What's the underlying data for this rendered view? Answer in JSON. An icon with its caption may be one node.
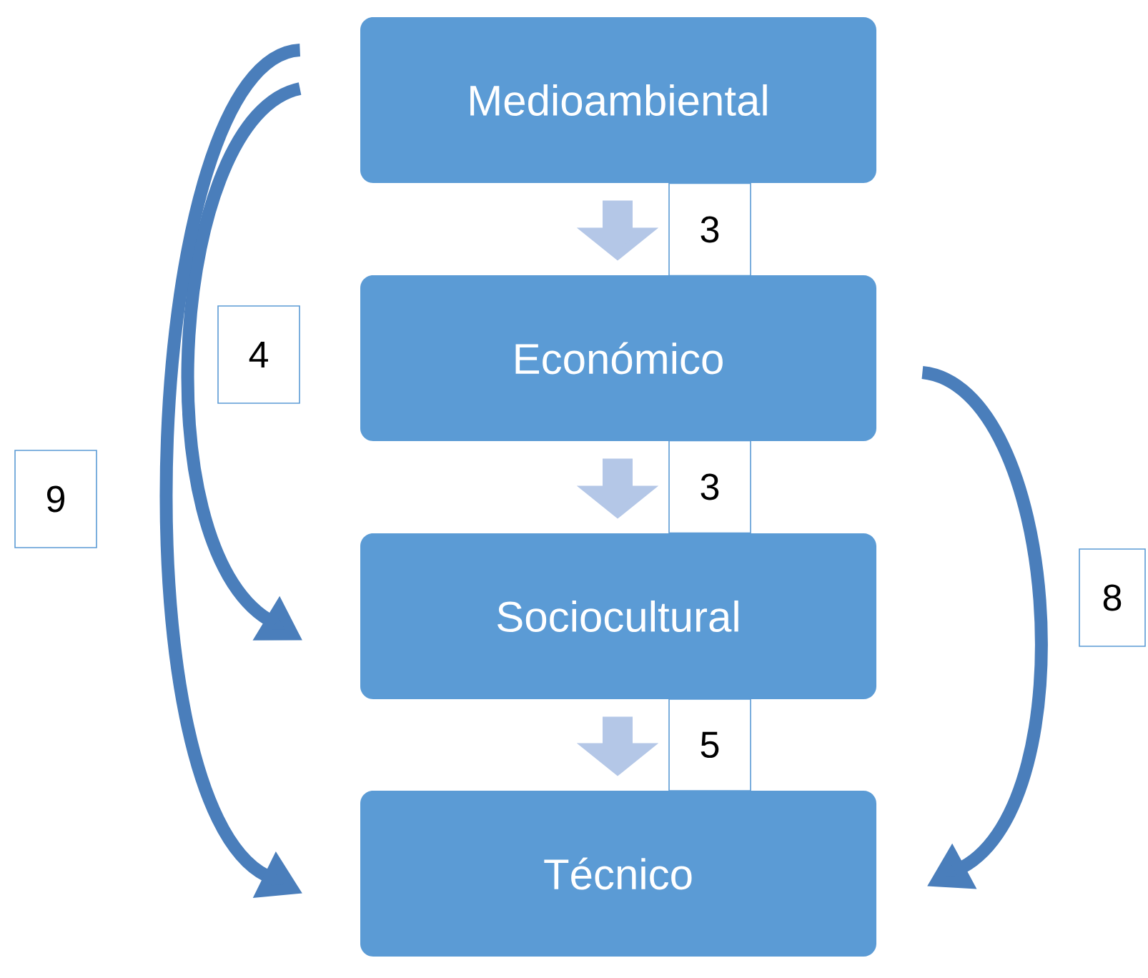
{
  "diagram": {
    "nodes": [
      {
        "text": [
          "Medioambiental"
        ]
      },
      {
        "text": [
          "Económico"
        ]
      },
      {
        "text": [
          "Sociocultural"
        ]
      },
      {
        "text": [
          "Técnico"
        ]
      }
    ],
    "edges": [
      {
        "from": 0,
        "to": 1,
        "arrow": "to",
        "label": "3",
        "style": "thick",
        "color": "#b4c7e7"
      },
      {
        "from": 1,
        "to": 2,
        "arrow": "to",
        "label": "3",
        "style": "thick",
        "color": "#b4c7e7"
      },
      {
        "from": 2,
        "to": 3,
        "arrow": "to",
        "label": "5",
        "style": "thick",
        "color": "#b4c7e7"
      },
      {
        "from": 0,
        "to": 2,
        "arrow": "to",
        "label": "4",
        "color": "#4a7ebb"
      },
      {
        "from": 0,
        "to": 3,
        "arrow": "to",
        "label": "9",
        "color": "#4a7ebb"
      },
      {
        "from": 1,
        "to": 3,
        "arrow": "to",
        "label": "8",
        "color": "#4a7ebb"
      }
    ]
  }
}
